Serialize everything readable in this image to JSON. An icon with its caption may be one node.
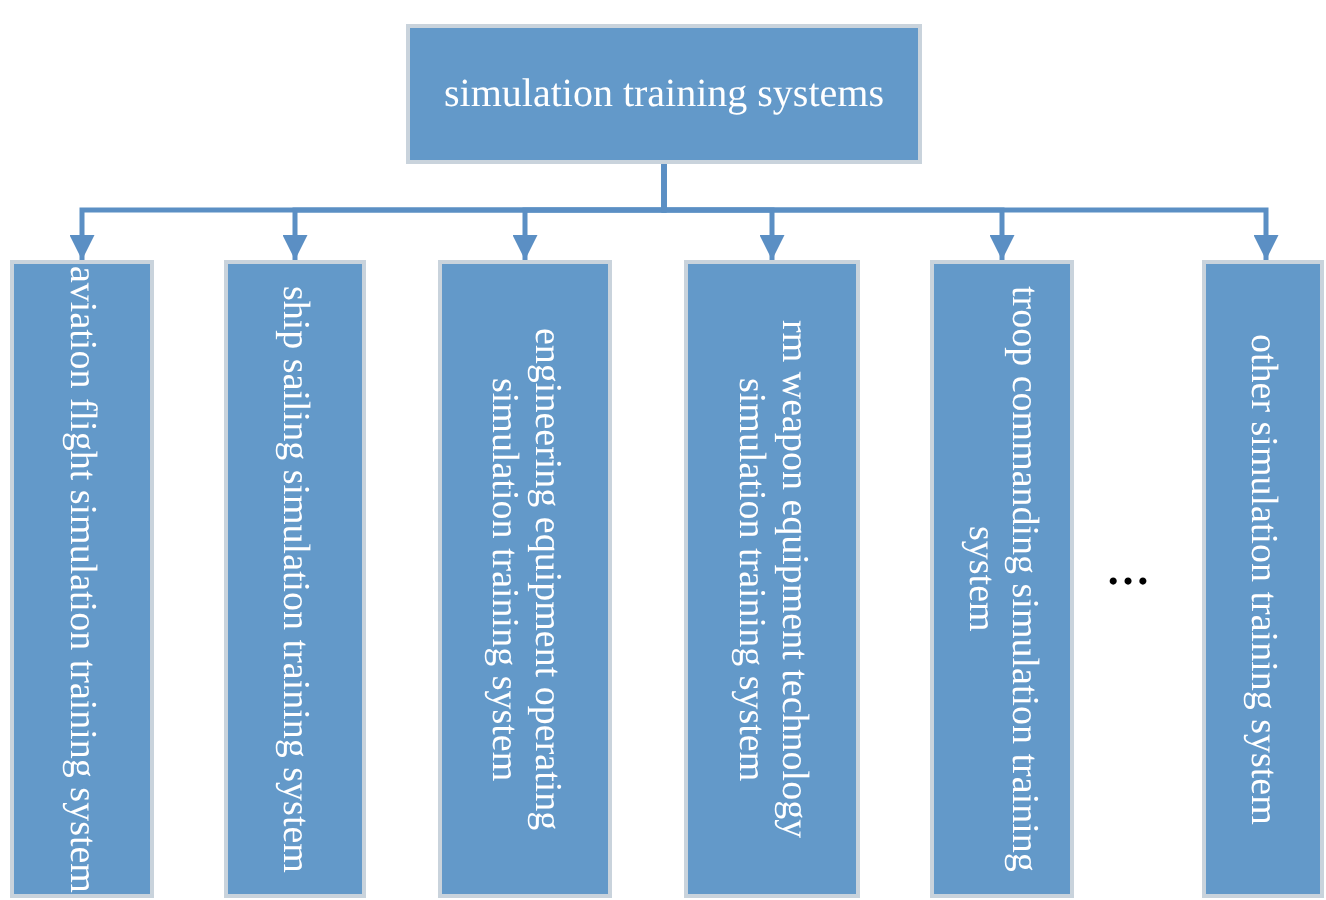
{
  "diagram": {
    "nodes": [
      {
        "text": [
          "simulation training systems"
        ]
      },
      {
        "text": [
          "aviation flight simulation training system"
        ]
      },
      {
        "text": [
          "ship sailing simulation training system"
        ]
      },
      {
        "text": [
          "engineering equipment operating simulation training system"
        ]
      },
      {
        "text": [
          "rm weapon equipment technology simulation training system"
        ]
      },
      {
        "text": [
          "troop commanding simulation training system"
        ]
      },
      {
        "text": [
          "other  simulation training system"
        ]
      }
    ],
    "edges": [
      {
        "from": 0,
        "to": 1,
        "arrow": "to"
      },
      {
        "from": 0,
        "to": 2,
        "arrow": "to"
      },
      {
        "from": 0,
        "to": 3,
        "arrow": "to"
      },
      {
        "from": 0,
        "to": 4,
        "arrow": "to"
      },
      {
        "from": 0,
        "to": 5,
        "arrow": "to"
      },
      {
        "from": 0,
        "to": 6,
        "arrow": "to"
      }
    ],
    "labels": [
      "…"
    ]
  }
}
